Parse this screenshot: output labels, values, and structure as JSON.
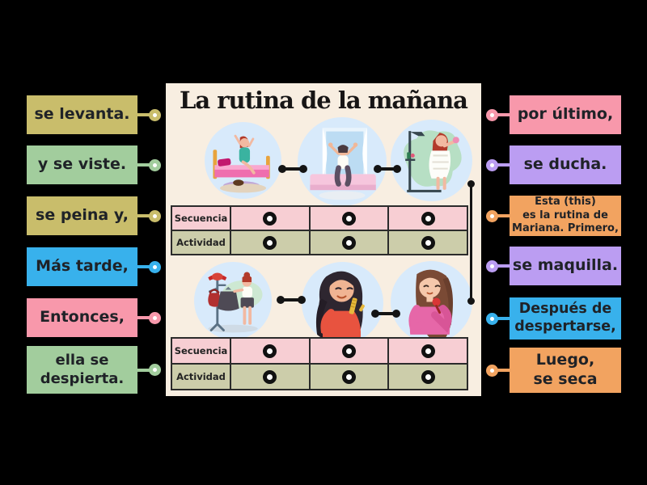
{
  "diagram": {
    "title": "La rutina de la mañana",
    "scenes": [
      "waking-up-in-bed",
      "stretching-on-bed",
      "showering",
      "choosing-clothes",
      "combing-hair",
      "applying-makeup"
    ],
    "tables": [
      {
        "rows": [
          {
            "label": "Secuencia",
            "targets": 3
          },
          {
            "label": "Actividad",
            "targets": 3
          }
        ]
      },
      {
        "rows": [
          {
            "label": "Secuencia",
            "targets": 3
          },
          {
            "label": "Actividad",
            "targets": 3
          }
        ]
      }
    ]
  },
  "labels": {
    "left": [
      {
        "text": "se levanta.",
        "color": "#c9bd6b"
      },
      {
        "text": "y se viste.",
        "color": "#a2cd9d"
      },
      {
        "text": "se peina y,",
        "color": "#c9bd6b"
      },
      {
        "text": "Más tarde,",
        "color": "#38b1ec"
      },
      {
        "text": "Entonces,",
        "color": "#f898ab"
      },
      {
        "text": "ella se\ndespierta.",
        "color": "#a2cd9d"
      }
    ],
    "right": [
      {
        "text": "por último,",
        "color": "#f898ab"
      },
      {
        "text": "se ducha.",
        "color": "#bb9df2"
      },
      {
        "text": "Esta (this)\nes la rutina de\nMariana. Primero,",
        "color": "#f2a360"
      },
      {
        "text": "se maquilla.",
        "color": "#bb9df2"
      },
      {
        "text": "Después de\ndespertarse,",
        "color": "#38b1ec"
      },
      {
        "text": "Luego,\nse seca",
        "color": "#f2a360"
      }
    ]
  },
  "colors": {
    "background": "#000000",
    "card_bg": "#f8eee1",
    "table_pink": "#f7ced3",
    "table_olive": "#cccdaa",
    "scene_bg": "#d8eafb",
    "connector": "#141414"
  }
}
